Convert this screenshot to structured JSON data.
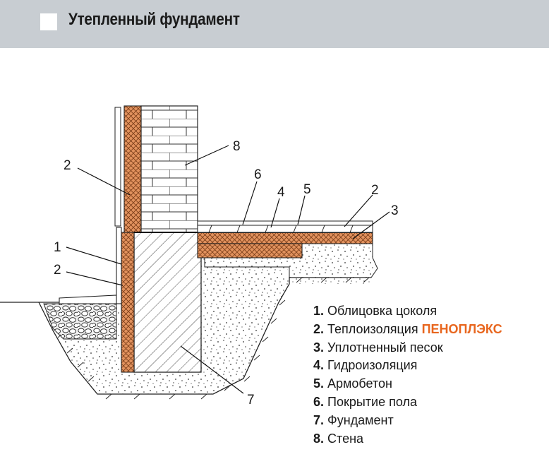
{
  "header": {
    "title": "Утепленный фундамент"
  },
  "callouts": [
    "8",
    "2",
    "6",
    "4",
    "5",
    "2",
    "3",
    "1",
    "2",
    "7"
  ],
  "legend": [
    {
      "num": "1.",
      "label": "Облицовка цоколя",
      "brand": ""
    },
    {
      "num": "2.",
      "label": "Теплоизоляция",
      "brand": "ПЕНОПЛЭКС"
    },
    {
      "num": "3.",
      "label": "Уплотненный песок",
      "brand": ""
    },
    {
      "num": "4.",
      "label": "Гидроизоляция",
      "brand": ""
    },
    {
      "num": "5.",
      "label": "Армобетон",
      "brand": ""
    },
    {
      "num": "6.",
      "label": "Покрытие пола",
      "brand": ""
    },
    {
      "num": "7.",
      "label": "Фундамент",
      "brand": ""
    },
    {
      "num": "8.",
      "label": "Стена",
      "brand": ""
    }
  ],
  "colors": {
    "header_bg": "#c8cdd2",
    "insulation": "#e2925e",
    "brand": "#e8661e",
    "line": "#1a1a1a"
  }
}
